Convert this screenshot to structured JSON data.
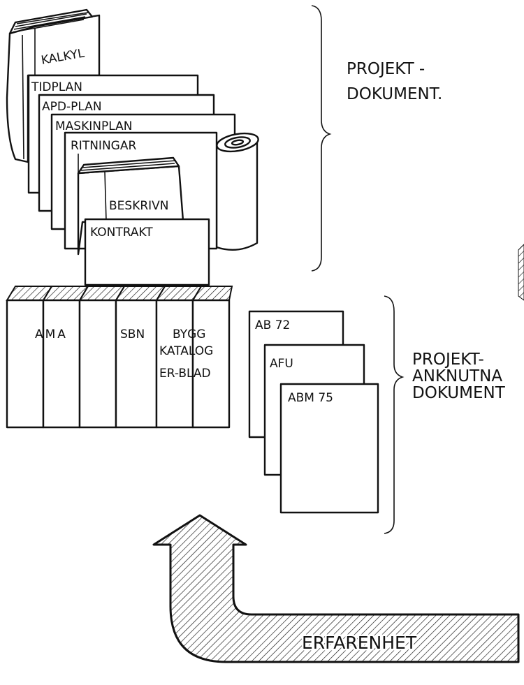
{
  "project_documents": {
    "items": [
      "KALKYL",
      "TIDPLAN",
      "APD-PLAN",
      "MASKINPLAN",
      "RITNINGAR",
      "BESKRIVN",
      "KONTRAKT"
    ],
    "bracket_label": [
      "PROJEKT -",
      "DOKUMENT."
    ]
  },
  "binders": {
    "labels": [
      "AMA",
      "SBN",
      "BYGG",
      "KATALOG",
      "ER-BLAD"
    ]
  },
  "related_documents": {
    "sheets": [
      "AB 72",
      "AFU",
      "ABM 75"
    ],
    "bracket_label": [
      "PROJEKT-",
      "ANKNUTNA",
      "DOKUMENT"
    ]
  },
  "experience": {
    "label": "ERFARENHET"
  }
}
